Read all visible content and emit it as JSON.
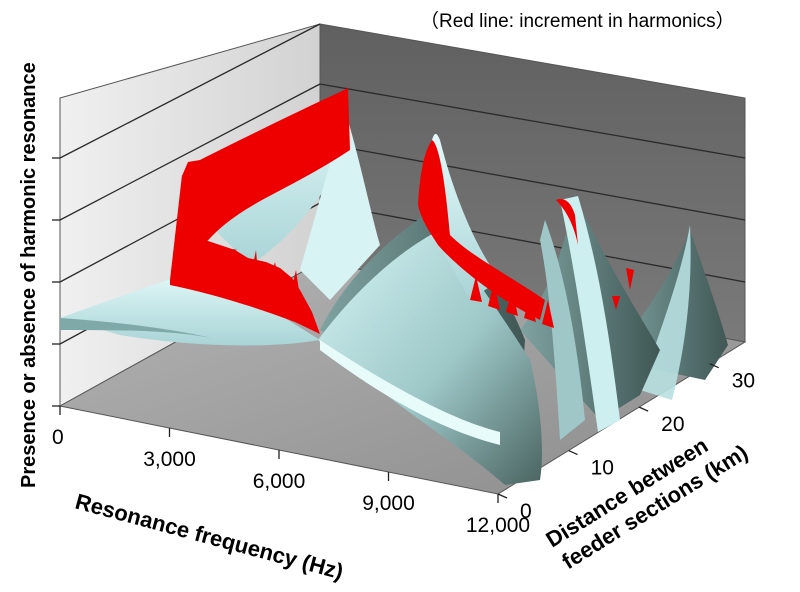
{
  "chart_data": {
    "type": "surface-3d",
    "annotation": "（Red line: increment in harmonics）",
    "xlabel": "Resonance frequency (Hz)",
    "ylabel": "Distance between feeder sections (km)",
    "ylabel_lines": [
      "Distance between",
      "feeder sections (km)"
    ],
    "zlabel": "Presence or absence of harmonic resonance",
    "x_ticks": [
      "0",
      "3,000",
      "6,000",
      "9,000",
      "12,000"
    ],
    "x_tick_values": [
      0,
      3000,
      6000,
      9000,
      12000
    ],
    "y_ticks": [
      "0",
      "10",
      "20",
      "30"
    ],
    "y_tick_values": [
      0,
      10,
      20,
      30
    ],
    "xlim": [
      0,
      12000
    ],
    "ylim": [
      0,
      35
    ],
    "resonance_ridges_hz": [
      3000,
      6500,
      9800,
      12200
    ],
    "highlight_series": "increment in harmonics",
    "colors": {
      "surface_light": "#c9eef0",
      "surface_dark": "#4e6765",
      "increment": "#ee0000",
      "back_wall": "#6d6d6d",
      "left_wall": "#dedede",
      "floor": "#a2a2a2"
    }
  }
}
